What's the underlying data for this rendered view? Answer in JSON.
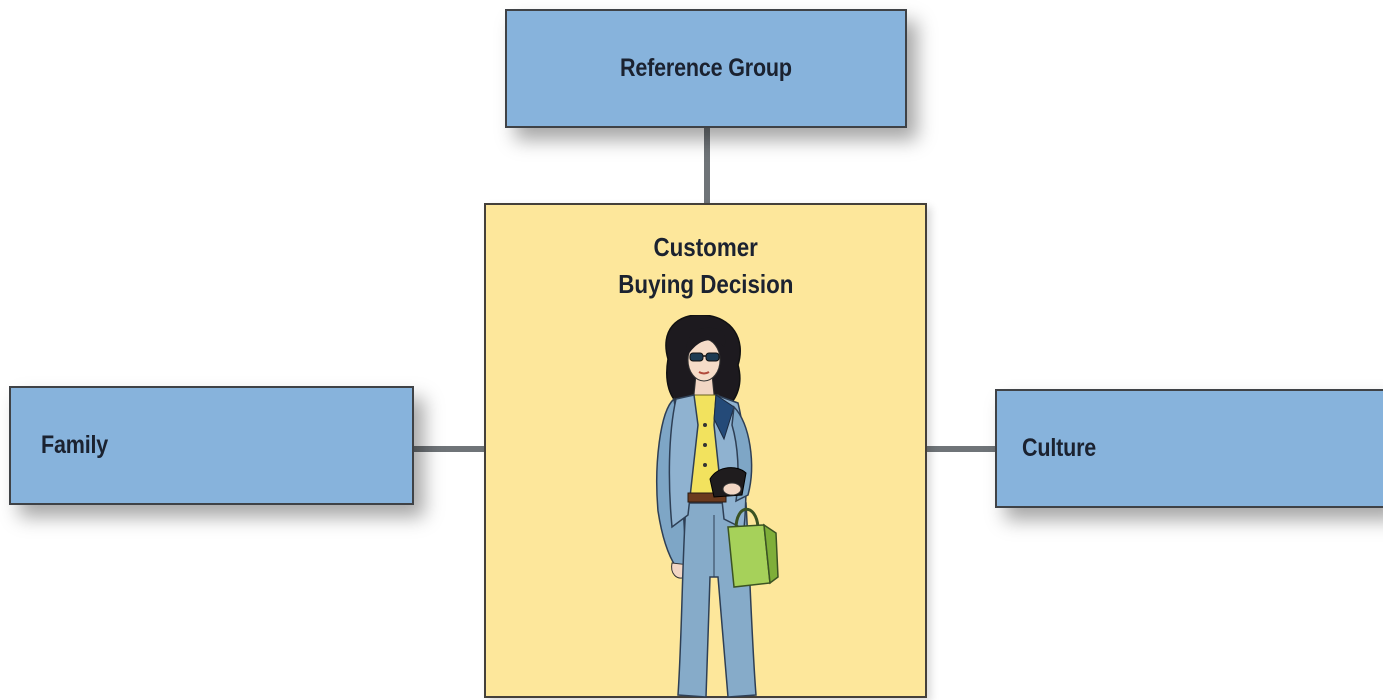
{
  "diagram": {
    "top_node": {
      "label": "Reference Group"
    },
    "left_node": {
      "label": "Family"
    },
    "right_node": {
      "label": "Culture"
    },
    "center_node": {
      "title_line1": "Customer",
      "title_line2": "Buying Decision",
      "illustration": "woman-shopper-icon"
    },
    "colors": {
      "influence_box": "#87b3dc",
      "center_box": "#fde79b",
      "connector": "#6f7478",
      "text": "#1b2230"
    }
  }
}
